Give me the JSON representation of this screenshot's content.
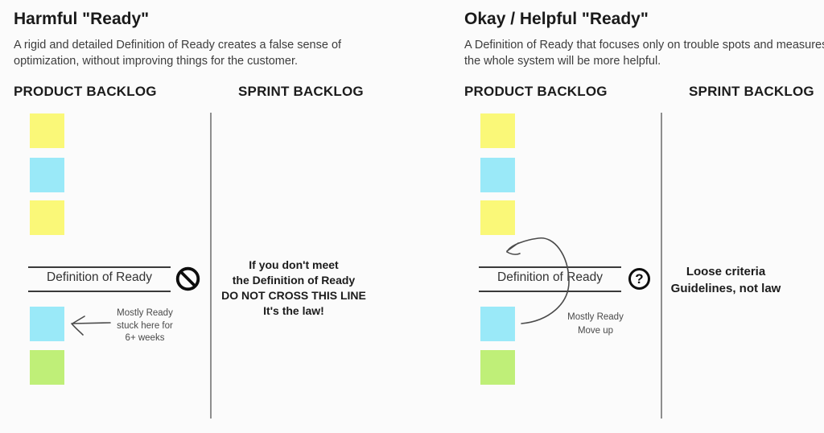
{
  "page": {
    "background": "#FBFBFB"
  },
  "colors": {
    "sticky_yellow": "#FAF878",
    "sticky_cyan": "#9AE9F8",
    "sticky_green": "#BFEF78",
    "divider_gray": "#8E8E8E",
    "line_dark": "#3A3A3A",
    "icon_black": "#0D0D0D",
    "annotation_gray": "#4A4A4A"
  },
  "panels": [
    {
      "title": "Harmful \"Ready\"",
      "subtitle": "A rigid and detailed Definition of Ready creates a false sense of optimization, without improving things for the customer.",
      "columns": {
        "product": "PRODUCT BACKLOG",
        "sprint": "SPRINT BACKLOG"
      },
      "gate": {
        "label": "Definition of Ready",
        "icon": "no-entry"
      },
      "stickies_above": [
        "yellow",
        "cyan",
        "yellow"
      ],
      "stuck_item": {
        "color": "cyan",
        "note_lines": [
          "Mostly Ready",
          "stuck here for",
          "6+ weeks"
        ]
      },
      "bottom_sticky": "green",
      "sprint_message_lines": [
        "If you don't meet",
        "the Definition of Ready",
        "DO NOT CROSS THIS LINE",
        "It's the law!"
      ]
    },
    {
      "title": "Okay / Helpful \"Ready\"",
      "subtitle": "A Definition of Ready that focuses only on trouble spots and measures the whole system will be more helpful.",
      "columns": {
        "product": "PRODUCT BACKLOG",
        "sprint": "SPRINT BACKLOG"
      },
      "gate": {
        "label": "Definition of Ready",
        "icon": "question-mark",
        "question_glyph": "?"
      },
      "stickies_above": [
        "yellow",
        "cyan",
        "yellow"
      ],
      "stuck_item": {
        "color": "cyan",
        "note_lines": [
          "Mostly Ready",
          "Move up"
        ]
      },
      "bottom_sticky": "green",
      "sprint_message_lines": [
        "Loose criteria",
        "Guidelines, not law"
      ]
    }
  ]
}
